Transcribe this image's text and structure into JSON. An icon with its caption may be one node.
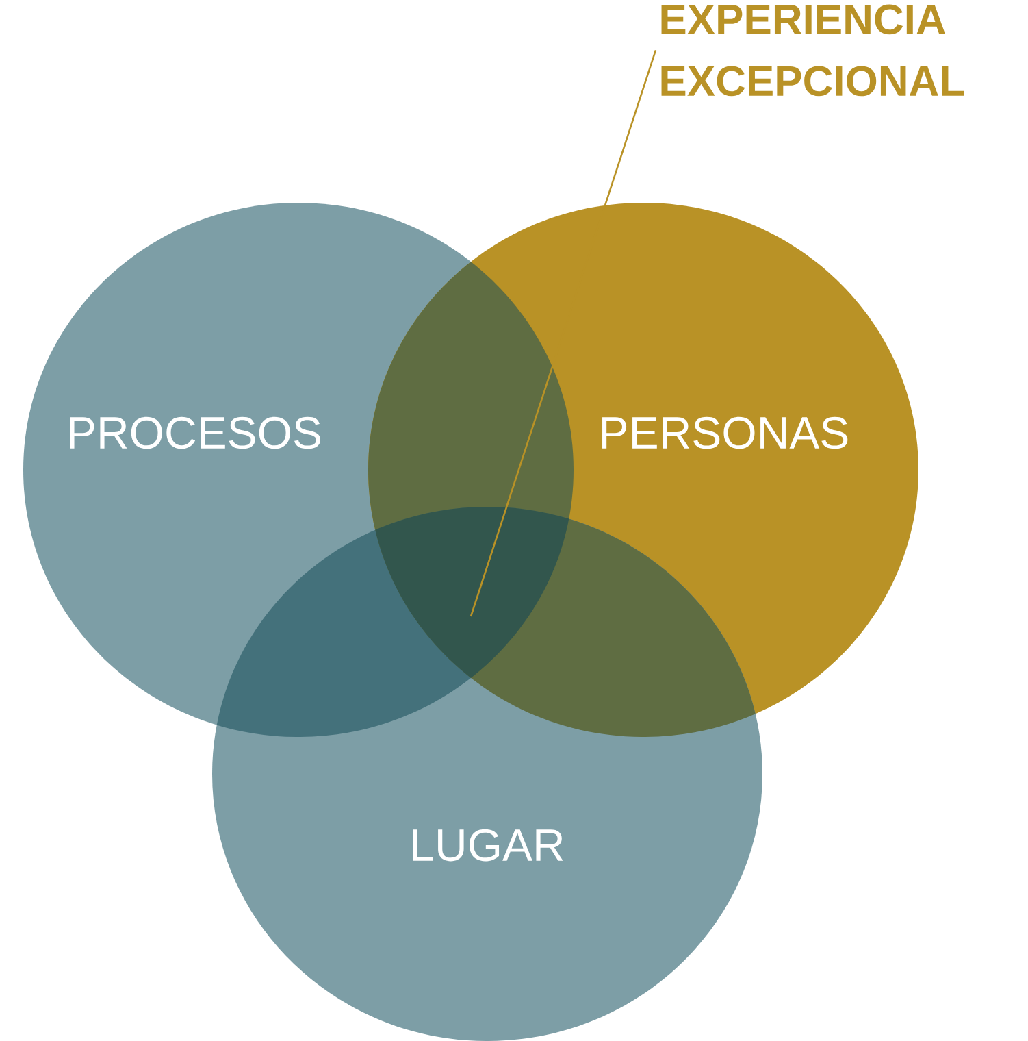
{
  "diagram": {
    "nodes": [
      {
        "text": [
          "EXPERIENCIA EXCEPCIONAL"
        ]
      },
      {
        "text": [
          "PROCESOS"
        ]
      },
      {
        "text": [
          "PERSONAS"
        ]
      },
      {
        "text": [
          "LUGAR"
        ]
      }
    ],
    "edges": [
      {
        "from": 0,
        "to": 3,
        "arrow": "none"
      }
    ]
  }
}
